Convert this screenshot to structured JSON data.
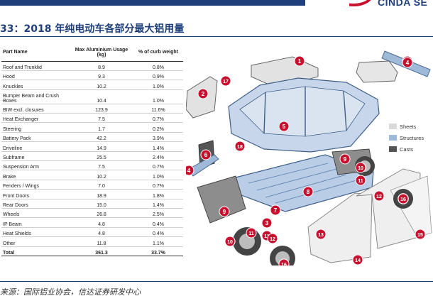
{
  "header": {
    "brand_text": "CINDA SE"
  },
  "figure": {
    "title": "33：2018 年纯电动车各部分最大铝用量"
  },
  "table": {
    "columns": [
      "Part Name",
      "Max Aluminium Usage (kg)",
      "% of curb weight"
    ],
    "rows": [
      [
        "Roof and Trunklid",
        "8.9",
        "0.8%"
      ],
      [
        "Hood",
        "9.3",
        "0.9%"
      ],
      [
        "Knuckles",
        "10.2",
        "1.0%"
      ],
      [
        "Bumper Beam and Crush Boxes",
        "10.4",
        "1.0%"
      ],
      [
        "BIW excl. closures",
        "123.9",
        "11.6%"
      ],
      [
        "Heat Exchanger",
        "7.5",
        "0.7%"
      ],
      [
        "Steering",
        "1.7",
        "0.2%"
      ],
      [
        "Battery Pack",
        "42.2",
        "3.9%"
      ],
      [
        "Driveline",
        "14.9",
        "1.4%"
      ],
      [
        "Subframe",
        "25.5",
        "2.4%"
      ],
      [
        "Suspension Arm",
        "7.5",
        "0.7%"
      ],
      [
        "Brake",
        "10.2",
        "1.0%"
      ],
      [
        "Fenders / Wings",
        "7.0",
        "0.7%"
      ],
      [
        "Front Doors",
        "18.9",
        "1.8%"
      ],
      [
        "Rear Doors",
        "15.0",
        "1.4%"
      ],
      [
        "Wheels",
        "26.8",
        "2.5%"
      ],
      [
        "IP Beam",
        "4.8",
        "0.4%"
      ],
      [
        "Heat Shields",
        "4.8",
        "0.4%"
      ],
      [
        "Other",
        "11.8",
        "1.1%"
      ]
    ],
    "total": [
      "Total",
      "361.3",
      "33.7%"
    ]
  },
  "diagram": {
    "legend": [
      {
        "label": "Sheets",
        "color": "#d9d9d9"
      },
      {
        "label": "Structures",
        "color": "#9fb9d9"
      },
      {
        "label": "Casts",
        "color": "#555555"
      }
    ],
    "callout_color": "#c8102e",
    "callouts": [
      "1",
      "1",
      "2",
      "4",
      "4",
      "17",
      "5",
      "18",
      "6",
      "4",
      "9",
      "10",
      "11",
      "8",
      "7",
      "9",
      "10",
      "11",
      "12",
      "3",
      "10",
      "11",
      "12",
      "13",
      "16",
      "16",
      "14",
      "15"
    ]
  },
  "source": {
    "text": "来源：国际铝业协会，信达证券研发中心"
  }
}
